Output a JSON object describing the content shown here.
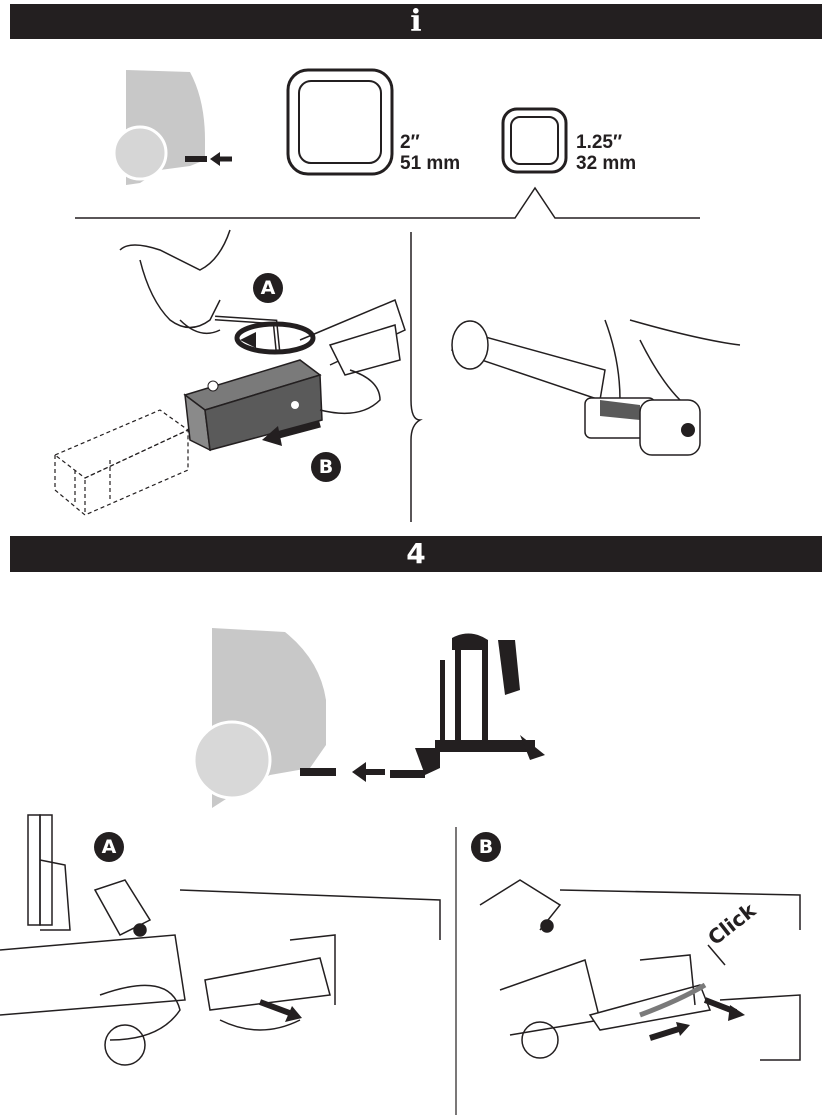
{
  "header_info": {
    "glyph": "i"
  },
  "step": {
    "number": "4"
  },
  "receiver_sizes": [
    {
      "inch": "2″",
      "mm": "51 mm"
    },
    {
      "inch": "1.25″",
      "mm": "32 mm"
    }
  ],
  "callouts": {
    "adapter_a": "A",
    "adapter_b": "B",
    "install_a": "A",
    "install_b": "B",
    "click": "Click"
  },
  "colors": {
    "bar": "#231f20",
    "car_gray": "#c8c8c8",
    "part_gray": "#5a5a5a",
    "hand_line": "#231f20"
  },
  "icons": [
    "info-icon",
    "rotate-arrow-icon",
    "push-arrow-icon",
    "insert-arrow-icon"
  ]
}
